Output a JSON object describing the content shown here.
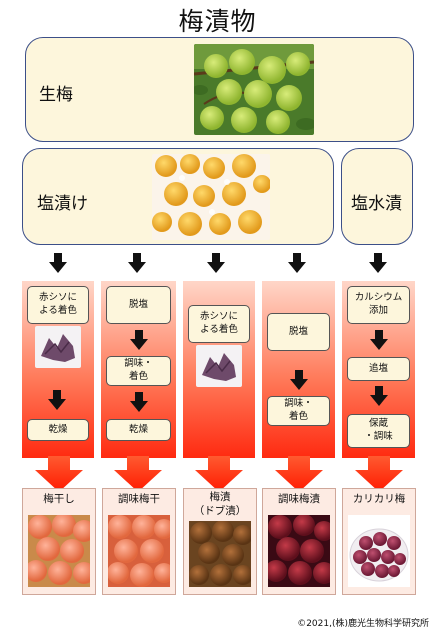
{
  "title": "梅漬物",
  "stages": {
    "raw": "生梅",
    "salted": "塩漬け",
    "brine": "塩水漬"
  },
  "columns": [
    {
      "steps": [
        "赤シソに\nよる着色",
        "乾燥"
      ],
      "product": "梅干し"
    },
    {
      "steps": [
        "脱塩",
        "調味・\n着色",
        "乾燥"
      ],
      "product": "調味梅干"
    },
    {
      "steps": [
        "赤シソに\nよる着色"
      ],
      "product": "梅漬\n（ドブ漬）"
    },
    {
      "steps": [
        "脱塩",
        "調味・\n着色"
      ],
      "product": "調味梅漬"
    },
    {
      "steps": [
        "カルシウム\n添加",
        "追塩",
        "保蔵\n・調味"
      ],
      "product": "カリカリ梅"
    }
  ],
  "copyright": "©2021,(株)鹿光生物科学研究所",
  "colors": {
    "box_fill": "#fdf6dc",
    "box_border": "#3c4f88",
    "arrow_red": "#ff1a00"
  }
}
